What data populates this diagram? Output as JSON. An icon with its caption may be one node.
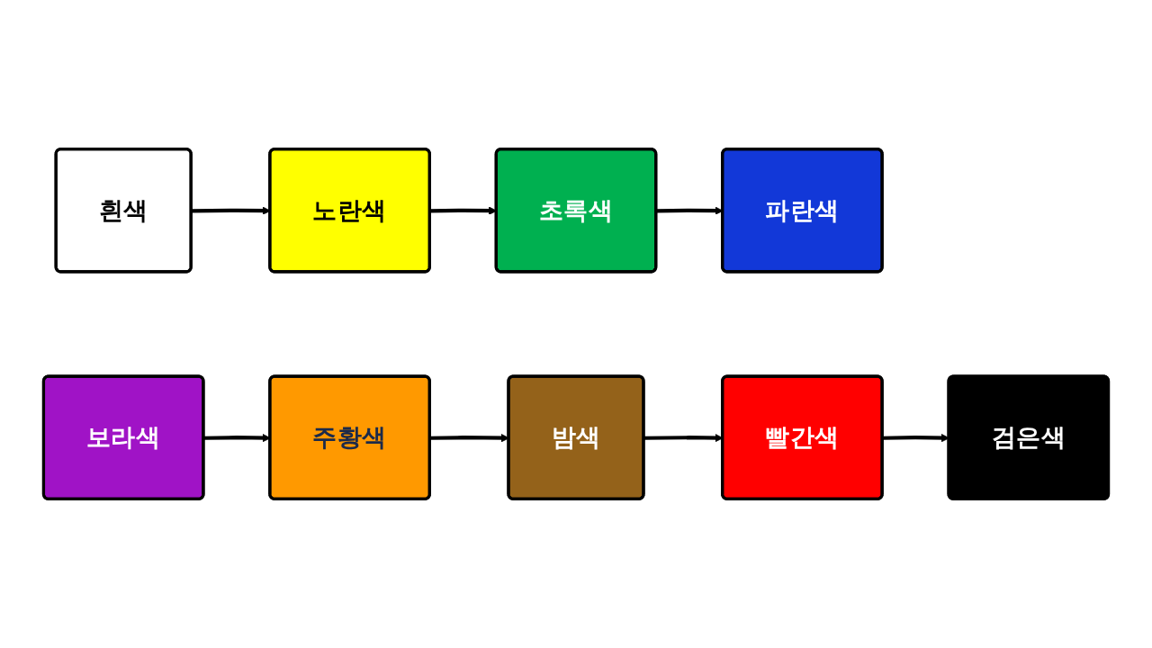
{
  "diagram": {
    "nodes": [
      {
        "text": [
          "흰색"
        ]
      },
      {
        "text": [
          "노란색"
        ]
      },
      {
        "text": [
          "초록색"
        ]
      },
      {
        "text": [
          "파란색"
        ]
      },
      {
        "text": [
          "보라색"
        ]
      },
      {
        "text": [
          "주황색"
        ]
      },
      {
        "text": [
          "밤색"
        ]
      },
      {
        "text": [
          "빨간색"
        ]
      },
      {
        "text": [
          "검은색"
        ]
      }
    ],
    "edges": [
      {
        "from": 0,
        "to": 1,
        "arrow": "to"
      },
      {
        "from": 1,
        "to": 2,
        "arrow": "to"
      },
      {
        "from": 2,
        "to": 3,
        "arrow": "to"
      },
      {
        "from": 4,
        "to": 5,
        "arrow": "to"
      },
      {
        "from": 5,
        "to": 6,
        "arrow": "to"
      },
      {
        "from": 6,
        "to": 7,
        "arrow": "to"
      },
      {
        "from": 7,
        "to": 8,
        "arrow": "to"
      }
    ]
  }
}
